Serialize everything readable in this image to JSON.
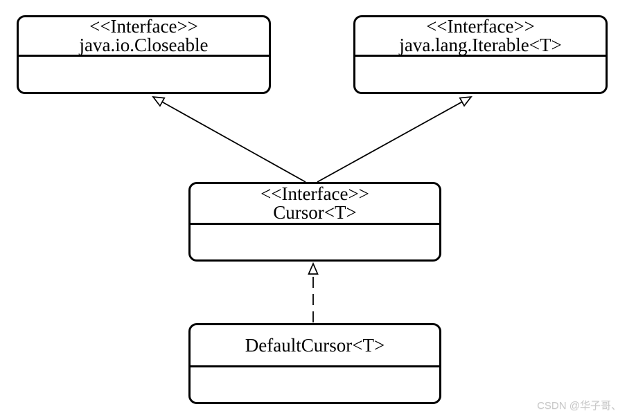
{
  "diagram": {
    "nodes": {
      "closeable": {
        "stereotype": "<<Interface>>",
        "name": "java.io.Closeable"
      },
      "iterable": {
        "stereotype": "<<Interface>>",
        "name": "java.lang.Iterable<T>"
      },
      "cursor": {
        "stereotype": "<<Interface>>",
        "name": "Cursor<T>"
      },
      "default_cursor": {
        "name": "DefaultCursor<T>"
      }
    },
    "relations": [
      {
        "from": "Cursor<T>",
        "to": "java.io.Closeable",
        "type": "generalization",
        "line": "solid",
        "arrowhead": "hollow-triangle"
      },
      {
        "from": "Cursor<T>",
        "to": "java.lang.Iterable<T>",
        "type": "generalization",
        "line": "solid",
        "arrowhead": "hollow-triangle"
      },
      {
        "from": "DefaultCursor<T>",
        "to": "Cursor<T>",
        "type": "realization",
        "line": "dashed",
        "arrowhead": "hollow-triangle"
      }
    ]
  },
  "watermark": {
    "text": "CSDN @华子哥、"
  },
  "colors": {
    "line": "#000000",
    "background": "#ffffff",
    "watermark": "#c8c8c8"
  }
}
